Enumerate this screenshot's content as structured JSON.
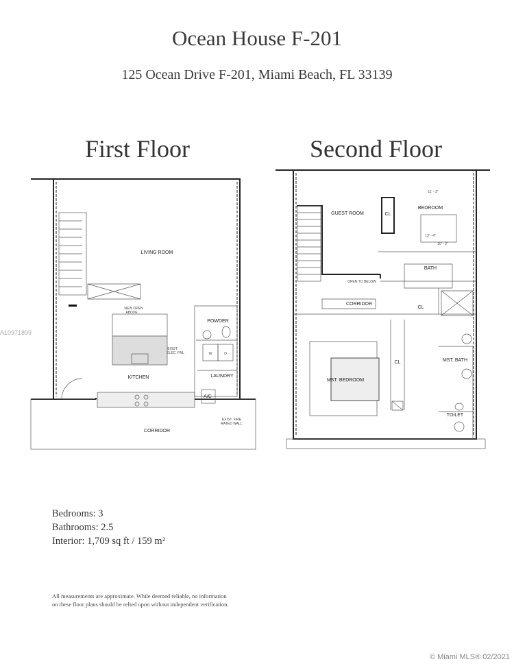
{
  "header": {
    "title": "Ocean House F-201",
    "address": "125 Ocean Drive F-201, Miami Beach, FL 33139"
  },
  "first_floor": {
    "heading": "First Floor",
    "rooms": {
      "living": "LIVING ROOM",
      "powder": "POWDER",
      "kitchen": "KITCHEN",
      "laundry": "LAUNDRY",
      "ac": "A/C",
      "corridor": "CORRIDOR"
    },
    "notes": {
      "open_above_1": "NEW OPEN",
      "open_above_2": "ABOVE",
      "elec_1": "EXIST.",
      "elec_2": "ELEC. PNL",
      "fire_1": "EXIST. FIRE",
      "fire_2": "RATED WALL",
      "w": "W",
      "d": "D"
    }
  },
  "second_floor": {
    "heading": "Second Floor",
    "rooms": {
      "guest": "GUEST ROOM",
      "bedroom": "BEDROOM",
      "cl1": "CL",
      "bath": "BATH",
      "open_below": "OPEN TO BELOW",
      "corridor": "CORRIDOR",
      "cl2": "CL",
      "cl3": "CL",
      "mst_bath": "MST. BATH",
      "mst_bedroom": "MST. BEDROOM",
      "toilet": "TOILET"
    },
    "dims": {
      "d1": "11' - 3\"",
      "d2": "13' - 4\"",
      "d3": "10' - 2\""
    }
  },
  "stats": {
    "bedrooms": "Bedrooms: 3",
    "bathrooms": "Bathrooms: 2.5",
    "interior": "Interior: 1,709 sq ft / 159 m²"
  },
  "disclaimer": {
    "line1": "All measurements are approximate. While deemed reliable, no information",
    "line2": "on these floor plans should be relied upon without independent verification."
  },
  "watermark": "A10971899",
  "copyright": "© Miami MLS® 02/2021"
}
